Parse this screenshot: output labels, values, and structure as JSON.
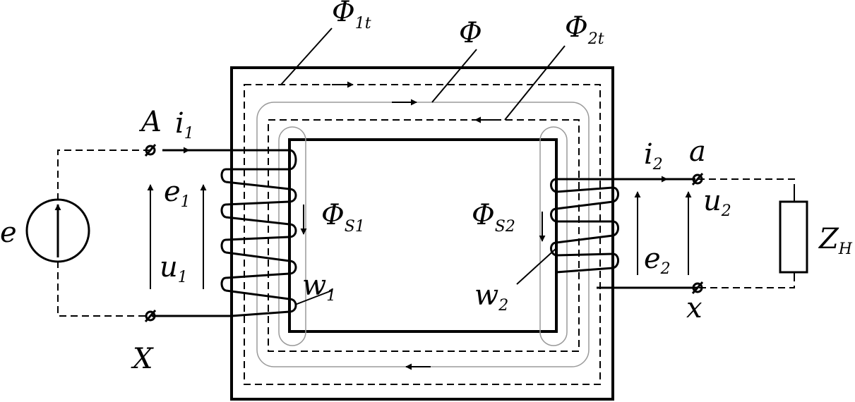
{
  "labels": {
    "flux_leak_1t": {
      "main": "Φ",
      "sub": "1t"
    },
    "flux_main": {
      "main": "Φ"
    },
    "flux_leak_2t": {
      "main": "Φ",
      "sub": "2t"
    },
    "flux_s1": {
      "main": "Φ",
      "sub": "S1"
    },
    "flux_s2": {
      "main": "Φ",
      "sub": "S2"
    },
    "terminal_A": {
      "main": "A"
    },
    "terminal_X": {
      "main": "X"
    },
    "terminal_a": {
      "main": "a"
    },
    "terminal_x": {
      "main": "x"
    },
    "current_i1": {
      "main": "i",
      "sub": "1"
    },
    "current_i2": {
      "main": "i",
      "sub": "2"
    },
    "emf_e1": {
      "main": "e",
      "sub": "1"
    },
    "emf_e2": {
      "main": "e",
      "sub": "2"
    },
    "voltage_u1": {
      "main": "u",
      "sub": "1"
    },
    "voltage_u2": {
      "main": "u",
      "sub": "2"
    },
    "winding_w1": {
      "main": "w",
      "sub": "1"
    },
    "winding_w2": {
      "main": "w",
      "sub": "2"
    },
    "source_e": {
      "main": "e"
    },
    "load_z": {
      "main": "Z",
      "sub": "H"
    }
  }
}
